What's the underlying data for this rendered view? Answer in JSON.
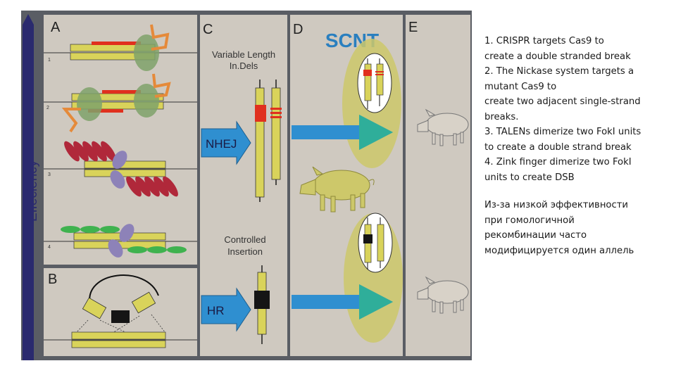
{
  "figure": {
    "axis_label": "Effeciency",
    "panel_a_letter": "A",
    "panel_b_letter": "B",
    "panel_c_letter": "C",
    "panel_d_letter": "D",
    "panel_e_letter": "E",
    "scnt_label": "SCNT",
    "row_numbers": [
      "1",
      "2",
      "3",
      "4"
    ],
    "indels_label_line1": "Variable Length",
    "indels_label_line2": "In.Dels",
    "insertion_label_line1": "Controlled",
    "insertion_label_line2": "Insertion",
    "nhej_label": "NHEJ",
    "hr_label": "HR",
    "colors": {
      "panel_bg": "#cfc9c0",
      "dna_yellow": "#d9d35a",
      "red_break": "#e0301e",
      "cas9_green": "#7fa26a",
      "guide_orange": "#e58a3a",
      "tale_red": "#b0283a",
      "fok_purple": "#8d82b8",
      "zinc_green": "#3fb24f",
      "arrow_blue": "#2f8fd0",
      "arrow_teal": "#2fae9a",
      "embryo_olive": "#cdc86a",
      "navy": "#2a2a6e"
    }
  },
  "notes": {
    "line1": "1. CRISPR targets Cas9 to",
    "line2": "create a double stranded break",
    "line3": "2. The Nickase system targets a",
    "line4": "mutant Cas9 to",
    "line5": "create two adjacent single-strand",
    "line6": "breaks.",
    "line7": "3. TALENs dimerize two FokI units",
    "line8": "to create a double strand break",
    "line9": "4. Zink finger dimerize two FokI",
    "line10": "units to create DSB",
    "ru1": "Из-за низкой эффективности",
    "ru2": "при гомологичной",
    "ru3": "рекомбинации часто",
    "ru4": "модифицируется один аллель"
  }
}
